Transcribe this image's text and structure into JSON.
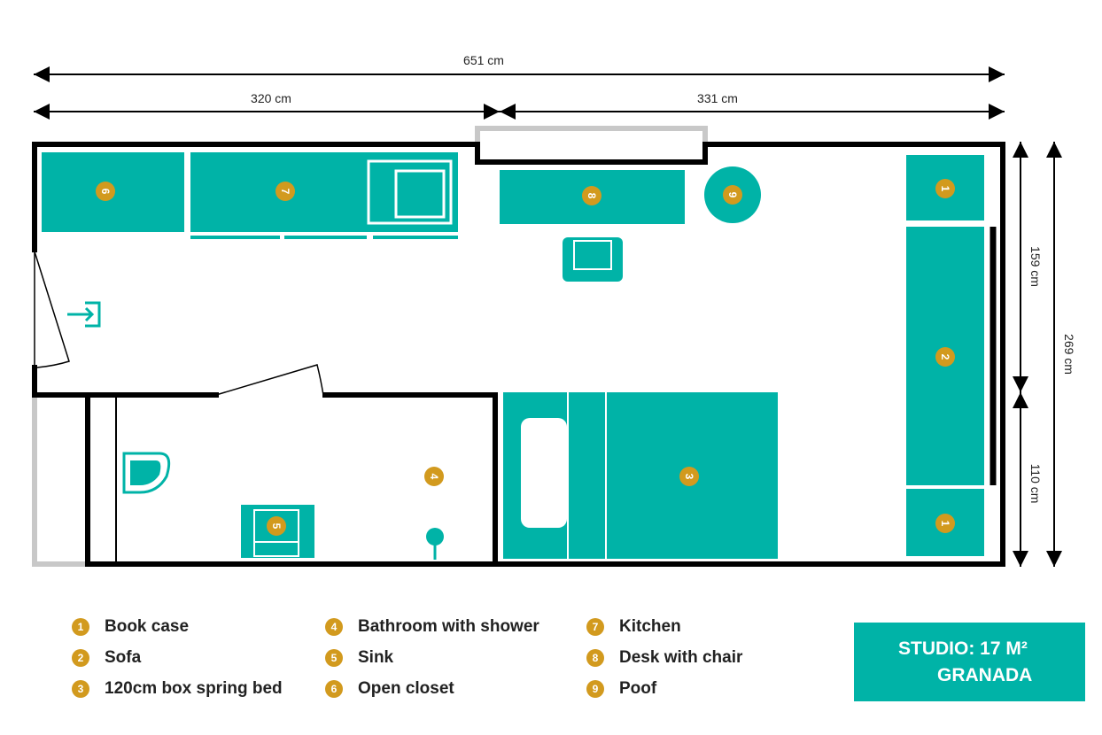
{
  "dimensions": {
    "total_width": "651 cm",
    "left_width": "320 cm",
    "right_width": "331 cm",
    "upper_height": "159 cm",
    "lower_height": "110 cm",
    "total_height": "269 cm"
  },
  "markers": {
    "bookcase": "1",
    "sofa": "2",
    "bed": "3",
    "bathroom": "4",
    "sink": "5",
    "closet": "6",
    "kitchen": "7",
    "desk": "8",
    "poof": "9"
  },
  "legend": [
    {
      "num": "1",
      "label": "Book case"
    },
    {
      "num": "2",
      "label": "Sofa"
    },
    {
      "num": "3",
      "label": "120cm box spring bed"
    },
    {
      "num": "4",
      "label": "Bathroom with shower"
    },
    {
      "num": "5",
      "label": "Sink"
    },
    {
      "num": "6",
      "label": "Open closet"
    },
    {
      "num": "7",
      "label": "Kitchen"
    },
    {
      "num": "8",
      "label": "Desk with chair"
    },
    {
      "num": "9",
      "label": "Poof"
    }
  ],
  "title": {
    "line1": "STUDIO: 17 M²",
    "line2": "GRANADA"
  },
  "colors": {
    "teal": "#00b3a7",
    "gold": "#d29a1e",
    "wall": "#000000",
    "grey_wall": "#c8c8c8"
  },
  "icons": {
    "entrance": "entrance-arrow-icon"
  }
}
